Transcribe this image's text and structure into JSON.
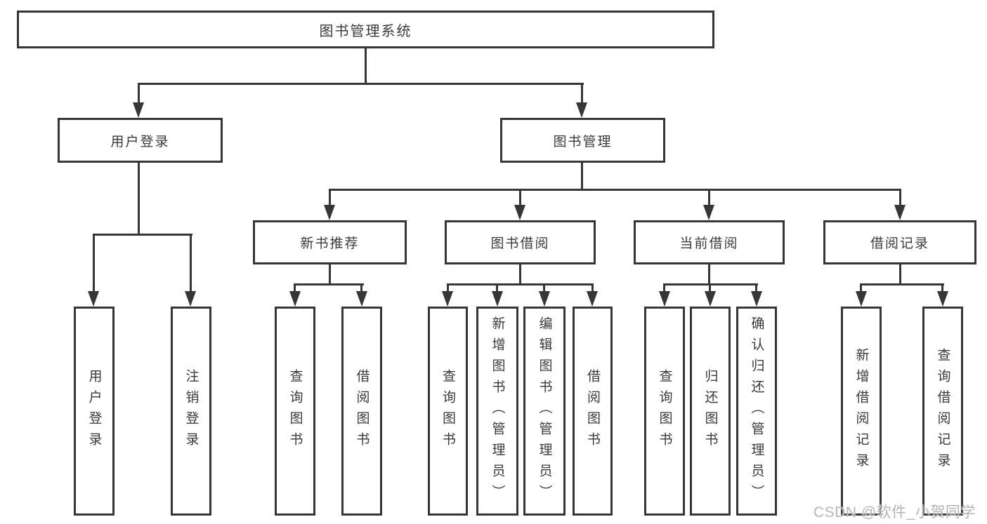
{
  "nodes": {
    "root": {
      "label": "图书管理系统"
    },
    "level2": [
      {
        "label": "用户登录"
      },
      {
        "label": "图书管理"
      }
    ],
    "level3": [
      {
        "label": "新书推荐"
      },
      {
        "label": "图书借阅"
      },
      {
        "label": "当前借阅"
      },
      {
        "label": "借阅记录"
      }
    ],
    "leaves": [
      {
        "label": "用户登录"
      },
      {
        "label": "注销登录"
      },
      {
        "label": "查询图书"
      },
      {
        "label": "借阅图书"
      },
      {
        "label": "查询图书"
      },
      {
        "label": "新增图书（管理员）"
      },
      {
        "label": "编辑图书（管理员）"
      },
      {
        "label": "借阅图书"
      },
      {
        "label": "查询图书"
      },
      {
        "label": "归还图书"
      },
      {
        "label": "确认归还（管理员）"
      },
      {
        "label": "新增借阅记录"
      },
      {
        "label": "查询借阅记录"
      }
    ]
  },
  "watermark": {
    "text": "CSDN @软件_小贺同学"
  },
  "colors": {
    "line": "#363636",
    "text": "#3a3a3a",
    "background": "#ffffff",
    "watermark": "#b4b4b4"
  }
}
